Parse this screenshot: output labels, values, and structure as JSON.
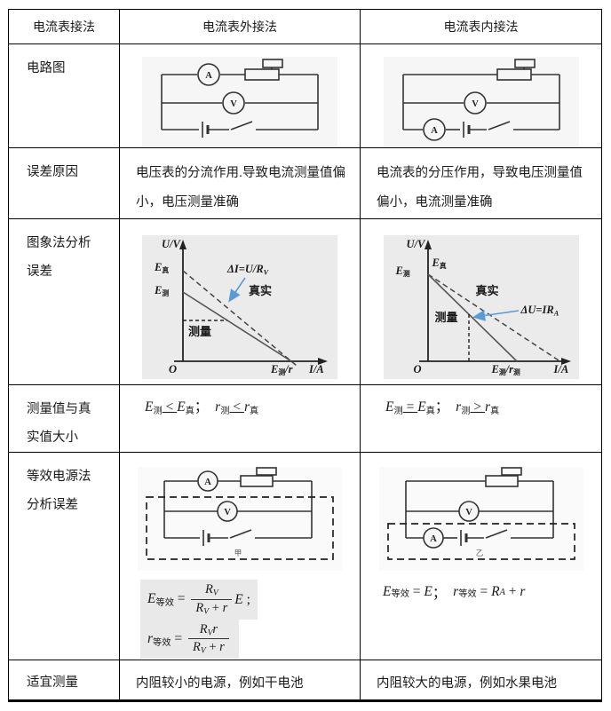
{
  "header": {
    "col1": "电流表接法",
    "col2": "电流表外接法",
    "col3": "电流表内接法"
  },
  "labels": {
    "circuit": "电路图",
    "error": "误差原因",
    "graph1": "图象法分析",
    "graph2": "误差",
    "compare1": "测量值与真",
    "compare2": "实值大小",
    "equiv1": "等效电源法",
    "equiv2": "分析误差",
    "suitable": "适宜测量"
  },
  "error": {
    "external": "电压表的分流作用.导致电流测量值偏小，电压测量准确",
    "internal": "电流表的分压作用，导致电压测量值偏小，电流测量准确"
  },
  "suitable": {
    "external": "内阻较小的电源，例如干电池",
    "internal": "内阻较大的电源，例如水果电池"
  },
  "compare": {
    "external": [
      {
        "t": "E",
        "c": "var"
      },
      {
        "t": "测",
        "c": "sub"
      },
      {
        "t": " < ",
        "c": "op"
      },
      {
        "t": "E",
        "c": "var"
      },
      {
        "t": "真",
        "c": "sub"
      },
      {
        "t": "；  ",
        "c": "plain"
      },
      {
        "t": "r",
        "c": "var"
      },
      {
        "t": "测",
        "c": "sub"
      },
      {
        "t": " < ",
        "c": "op"
      },
      {
        "t": "r",
        "c": "var"
      },
      {
        "t": "真",
        "c": "sub"
      }
    ],
    "internal": [
      {
        "t": "E",
        "c": "var"
      },
      {
        "t": "测",
        "c": "sub"
      },
      {
        "t": " = ",
        "c": "op"
      },
      {
        "t": "E",
        "c": "var"
      },
      {
        "t": "真",
        "c": "sub"
      },
      {
        "t": "；  ",
        "c": "plain"
      },
      {
        "t": "r",
        "c": "var"
      },
      {
        "t": "测",
        "c": "sub"
      },
      {
        "t": " > ",
        "c": "op"
      },
      {
        "t": "r",
        "c": "var"
      },
      {
        "t": "真",
        "c": "sub"
      }
    ]
  },
  "graph_ext": {
    "y_axis": "U/V",
    "x_axis": "I/A",
    "origin": "O",
    "e_true": [
      {
        "t": "E",
        "c": "var"
      },
      {
        "t": "真",
        "c": "sub"
      }
    ],
    "e_meas": [
      {
        "t": "E",
        "c": "var"
      },
      {
        "t": "测",
        "c": "sub"
      }
    ],
    "annotation": [
      {
        "t": "ΔI=U/R",
        "c": "var"
      },
      {
        "t": "V",
        "c": "subv"
      }
    ],
    "true_label": "真实",
    "meas_label": "测量",
    "x_intercept": [
      {
        "t": "E",
        "c": "var"
      },
      {
        "t": "测",
        "c": "sub"
      },
      {
        "t": "/r",
        "c": "var"
      }
    ]
  },
  "graph_int": {
    "y_axis": "U/V",
    "x_axis": "I/A",
    "origin": "O",
    "e_true": [
      {
        "t": "E",
        "c": "var"
      },
      {
        "t": "真",
        "c": "sub"
      }
    ],
    "e_meas": [
      {
        "t": "E",
        "c": "var"
      },
      {
        "t": "测",
        "c": "sub"
      }
    ],
    "annotation": [
      {
        "t": "ΔU=IR",
        "c": "var"
      },
      {
        "t": "A",
        "c": "subv"
      }
    ],
    "true_label": "真实",
    "meas_label": "测量",
    "x_intercept": [
      {
        "t": "E",
        "c": "var"
      },
      {
        "t": "测",
        "c": "sub"
      },
      {
        "t": "/r",
        "c": "var"
      },
      {
        "t": "测",
        "c": "sub"
      }
    ]
  },
  "formula_ext": {
    "eq1_lead": [
      {
        "t": "E",
        "c": "var"
      },
      {
        "t": "等效",
        "c": "sub"
      },
      {
        "t": " = ",
        "c": "plain"
      }
    ],
    "eq1_num": [
      {
        "t": "R",
        "c": "var"
      },
      {
        "t": "V",
        "c": "subv"
      }
    ],
    "eq1_den": [
      {
        "t": "R",
        "c": "var"
      },
      {
        "t": "V",
        "c": "subv"
      },
      {
        "t": " + ",
        "c": "plain"
      },
      {
        "t": "r",
        "c": "var"
      }
    ],
    "eq1_tail": [
      {
        "t": "E",
        "c": "var"
      },
      {
        "t": " ;",
        "c": "plain"
      }
    ],
    "eq2_lead": [
      {
        "t": "r",
        "c": "var"
      },
      {
        "t": "等效",
        "c": "sub"
      },
      {
        "t": " = ",
        "c": "plain"
      }
    ],
    "eq2_num": [
      {
        "t": "R",
        "c": "var"
      },
      {
        "t": "V",
        "c": "subv"
      },
      {
        "t": "r",
        "c": "var"
      }
    ],
    "eq2_den": [
      {
        "t": "R",
        "c": "var"
      },
      {
        "t": "V",
        "c": "subv"
      },
      {
        "t": " + ",
        "c": "plain"
      },
      {
        "t": "r",
        "c": "var"
      }
    ]
  },
  "formula_int": {
    "line": [
      {
        "t": "E",
        "c": "var"
      },
      {
        "t": "等效",
        "c": "sub"
      },
      {
        "t": " = ",
        "c": "plain"
      },
      {
        "t": "E",
        "c": "var"
      },
      {
        "t": "；  ",
        "c": "plain"
      },
      {
        "t": "r",
        "c": "var"
      },
      {
        "t": "等效",
        "c": "sub"
      },
      {
        "t": " = ",
        "c": "plain"
      },
      {
        "t": "R",
        "c": "var"
      },
      {
        "t": "A",
        "c": "subv"
      },
      {
        "t": " + ",
        "c": "plain"
      },
      {
        "t": "r",
        "c": "var"
      }
    ]
  },
  "circuit": {
    "ammeter": "A",
    "voltmeter": "V",
    "equiv_label_external": "甲",
    "equiv_label_internal": "乙"
  },
  "colors": {
    "arrow_blue": "#5b9bd5",
    "graph_bg": "#ebebeb"
  }
}
